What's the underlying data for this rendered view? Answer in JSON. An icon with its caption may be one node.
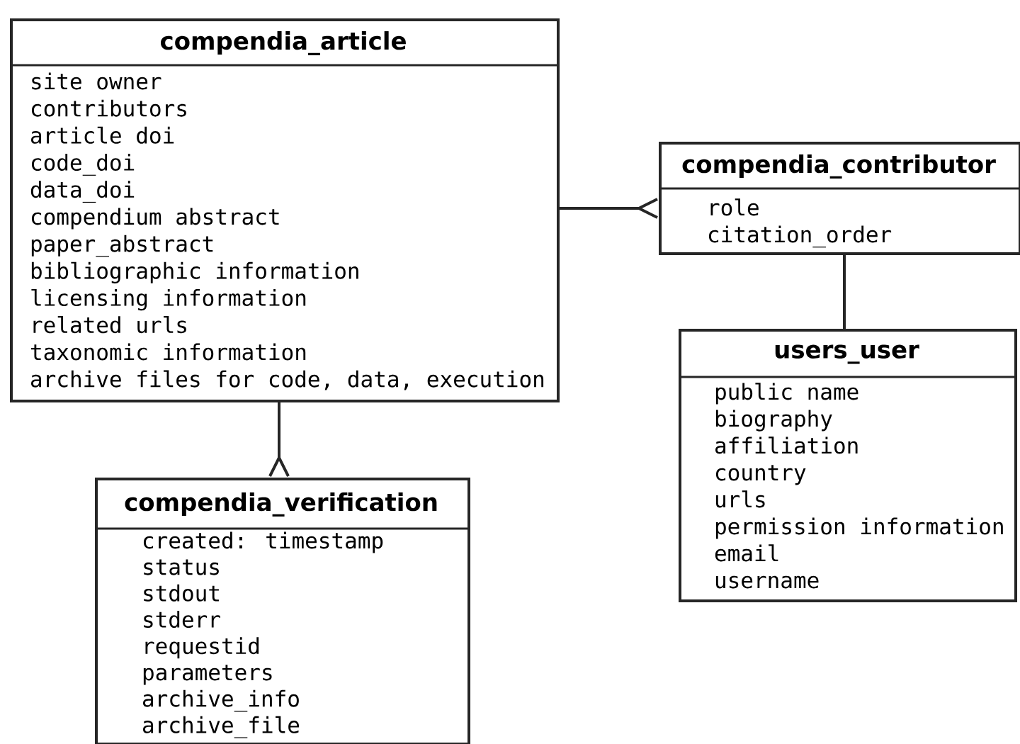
{
  "diagram": {
    "nodes": [
      {
        "text": [
          "compendia_article",
          "site owner",
          "contributors",
          "article doi",
          "code_doi",
          "data_doi",
          "compendium abstract",
          "paper_abstract",
          "bibliographic information",
          "licensing information",
          "related urls",
          "taxonomic information",
          "archive files for code, data, execution"
        ]
      },
      {
        "text": [
          "compendia_contributor",
          "role",
          "citation_order"
        ]
      },
      {
        "text": [
          "users_user",
          "public name",
          "biography",
          "affiliation",
          "country",
          "urls",
          "permission information",
          "email",
          "username"
        ]
      },
      {
        "text": [
          "compendia_verification",
          "created: timestamp",
          "status",
          "stdout",
          "stderr",
          "requestid",
          "parameters",
          "archive_info",
          "archive_file"
        ]
      }
    ],
    "edges": [
      {
        "from": 0,
        "to": 1,
        "arrow": "other"
      },
      {
        "from": 1,
        "to": 2,
        "arrow": "none"
      },
      {
        "from": 0,
        "to": 3,
        "arrow": "other"
      }
    ]
  }
}
